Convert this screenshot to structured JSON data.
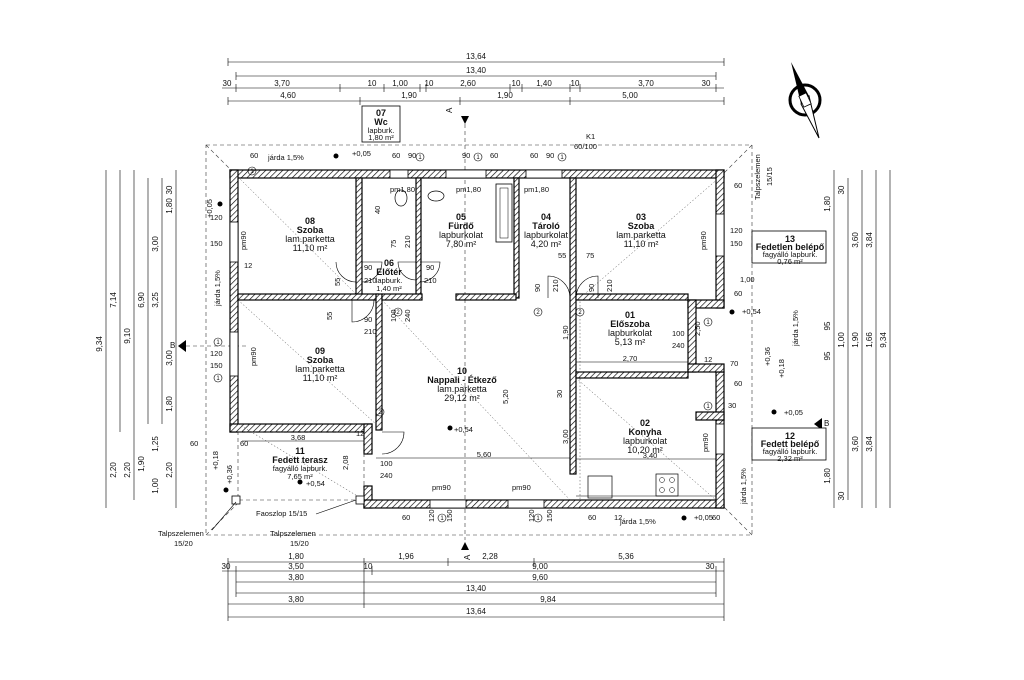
{
  "dimensions_top": {
    "overall_outer": "13,64",
    "overall_inner": "13,40",
    "row1": [
      "30",
      "3,70",
      "10",
      "1,00",
      "10",
      "2,60",
      "10",
      "1,40",
      "10",
      "3,70",
      "30"
    ],
    "row2": [
      "4,60",
      "1,90",
      "1,90",
      "5,00"
    ]
  },
  "dimensions_bottom": {
    "row1": [
      "1,80",
      "1,96",
      "2,28",
      "5,36"
    ],
    "row2": [
      "30",
      "3,50",
      "10",
      "9,00",
      "30"
    ],
    "row3": [
      "3,80",
      "9,60"
    ],
    "row4": [
      "13,40"
    ],
    "row5": [
      "3,80",
      "9,84"
    ],
    "overall": "13,64"
  },
  "dimensions_left": {
    "overall": "9,34",
    "a": "7,14",
    "b": "9,10",
    "c": "6,90",
    "d": "3,25",
    "e": [
      "30",
      "1,80",
      "3,00",
      "3,00",
      "1,80",
      "1,25",
      "1,90",
      "1,00",
      "2,20",
      "2,20",
      "2,20"
    ]
  },
  "dimensions_right": {
    "overall": "9,34",
    "a": "3,84",
    "b": "3,84",
    "c": "3,60",
    "d": "3,60",
    "e": [
      "1,80",
      "1,80",
      "95",
      "95",
      "1,66",
      "1,90",
      "1,00",
      "30",
      "30"
    ]
  },
  "rooms": [
    {
      "num": "07",
      "name": "Wc",
      "finish": "lapburk.",
      "area": "1,80 m²"
    },
    {
      "num": "08",
      "name": "Szoba",
      "finish": "lam.parketta",
      "area": "11,10 m²"
    },
    {
      "num": "06",
      "name": "Előtér",
      "finish": "lapburk.",
      "area": "1,40 m²"
    },
    {
      "num": "05",
      "name": "Fürdő",
      "finish": "lapburkolat",
      "area": "7,80 m²"
    },
    {
      "num": "04",
      "name": "Tároló",
      "finish": "lapburkolat",
      "area": "4,20 m²"
    },
    {
      "num": "03",
      "name": "Szoba",
      "finish": "lam.parketta",
      "area": "11,10 m²"
    },
    {
      "num": "13",
      "name": "Fedetlen belépő",
      "finish": "fagyálló lapburk.",
      "area": "0,76 m²"
    },
    {
      "num": "01",
      "name": "Előszoba",
      "finish": "lapburkolat",
      "area": "5,13 m²"
    },
    {
      "num": "09",
      "name": "Szoba",
      "finish": "lam.parketta",
      "area": "11,10 m²"
    },
    {
      "num": "10",
      "name": "Nappali - Étkező",
      "finish": "lam.parketta",
      "area": "29,12 m²"
    },
    {
      "num": "02",
      "name": "Konyha",
      "finish": "lapburkolat",
      "area": "10,20 m²"
    },
    {
      "num": "12",
      "name": "Fedett belépő",
      "finish": "fagyálló lapburk.",
      "area": "2,32 m²"
    },
    {
      "num": "11",
      "name": "Fedett terasz",
      "finish": "fagyálló lapburk.",
      "area": "7,65 m²"
    }
  ],
  "labels": {
    "k1": "K1",
    "k1_dim": "60/100",
    "jarda_top": "járda 1,5%",
    "jarda_left": "járda 1,5%",
    "jarda_right": "járda 1,5%",
    "jarda_bottom": "járda 1,5%",
    "jarda_right_bottom": "járda 1,5%",
    "level_plus005_top": "+0,05",
    "level_plus005_left": "+0,05",
    "level_plus005_right": "+0,05",
    "level_plus005_bottom": "+0,05",
    "level_plus054_right": "+0,54",
    "level_plus054_center": "+0,54",
    "level_plus054_terrace": "+0,54",
    "level_plus036_right": "+0,36",
    "level_plus018_right": "+0,18",
    "level_plus018_left": "+0,18",
    "level_plus036_left": "+0,36",
    "talpszelemen_right": "Talpszelemen",
    "talpszelemen_right_dim": "15/15",
    "talpszelemen_left": "Talpszelemen",
    "talpszelemen_left_dim": "15/20",
    "talpszelemen_mid": "Talpszelemen",
    "talpszelemen_mid_dim": "15/20",
    "faoszlop": "Faoszlop 15/15",
    "section_a": "A",
    "section_b": "B",
    "pm90": "pm90",
    "pm180": "pm1,80",
    "d_120": "120",
    "d_150": "150",
    "d_100": "100",
    "d_240": "240",
    "d_90": "90",
    "d_210": "210",
    "d_60": "60",
    "d_12": "12",
    "d_55": "55",
    "d_75": "75",
    "d_40": "40",
    "d_30": "30",
    "d_70": "70",
    "d_368": "3,68",
    "d_560": "5,60",
    "d_340": "3,40",
    "d_270": "2,70",
    "d_250": "2,50",
    "d_520": "5,20",
    "d_300": "3,00",
    "d_190": "1,90",
    "d_208": "2,08",
    "d_100m": "1,00",
    "circle_1": "1",
    "circle_2": "2"
  }
}
